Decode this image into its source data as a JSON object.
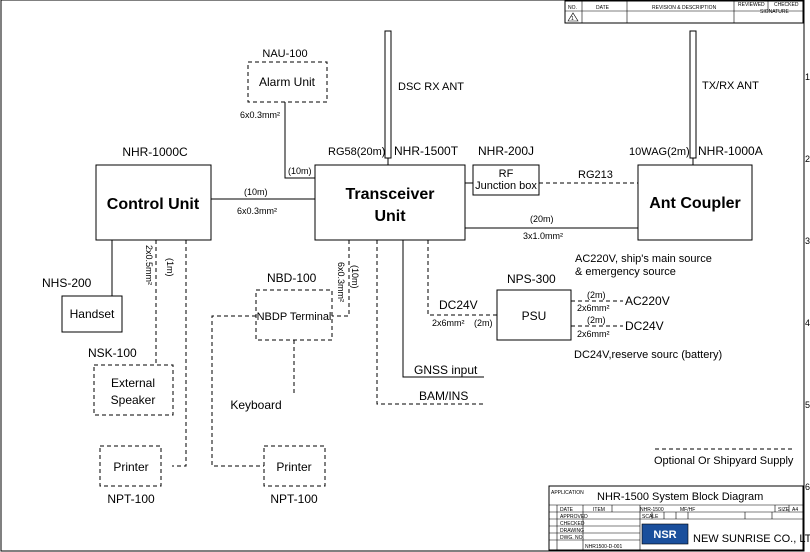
{
  "revision_table": {
    "headers": [
      "NO.",
      "DATE",
      "REVISION & DESCRIPTION",
      "REVIEWED",
      "CHECKED",
      "SIGNATURE"
    ],
    "row_marker": "1"
  },
  "border_marks": [
    "1",
    "2",
    "3",
    "4",
    "5",
    "6"
  ],
  "blocks": {
    "control_unit": {
      "title": "Control Unit",
      "model": "NHR-1000C"
    },
    "transceiver": {
      "title_line1": "Transceiver",
      "title_line2": "Unit",
      "model": "NHR-1500T"
    },
    "ant_coupler": {
      "title": "Ant Coupler",
      "model": "NHR-1000A"
    },
    "rf_junction": {
      "line1": "RF",
      "line2": "Junction box",
      "model": "NHR-200J"
    },
    "psu": {
      "title": "PSU",
      "model": "NPS-300"
    },
    "alarm_unit": {
      "title": "Alarm Unit",
      "model": "NAU-100"
    },
    "handset": {
      "title": "Handset",
      "model": "NHS-200"
    },
    "external_speaker": {
      "line1": "External",
      "line2": "Speaker",
      "model": "NSK-100"
    },
    "nbdp_terminal": {
      "title": "NBDP Terminal",
      "model": "NBD-100"
    },
    "keyboard": {
      "title": "Keyboard"
    },
    "printer_left": {
      "title": "Printer",
      "model": "NPT-100"
    },
    "printer_right": {
      "title": "Printer",
      "model": "NPT-100"
    }
  },
  "antennas": {
    "dsc": {
      "label": "DSC RX ANT"
    },
    "txrx": {
      "label": "TX/RX ANT"
    }
  },
  "cables": {
    "alarm_spec": "6x0.3mm²",
    "alarm_len": "(10m)",
    "cu_tx_len": "(10m)",
    "cu_tx_spec": "6x0.3mm²",
    "rg58": "RG58(20m)",
    "wag": "10WAG(2m)",
    "rg213": "RG213",
    "tx_ant_len": "(20m)",
    "tx_ant_spec": "3x1.0mm²",
    "speaker_spec": "2x0.5mm²",
    "speaker_len": "(1m)",
    "nbdp_spec": "6x0.3mm²",
    "nbdp_len": "(10m)",
    "dc24v_in": "DC24V",
    "psu_in_spec": "2x6mm²",
    "psu_in_len": "(2m)",
    "psu_out_len1": "(2m)",
    "psu_out_spec1": "2x6mm²",
    "psu_out_len2": "(2m)",
    "psu_out_spec2": "2x6mm²"
  },
  "power": {
    "ac_note_line1": "AC220V, ship's main source",
    "ac_note_line2": "& emergency source",
    "ac220v": "AC220V",
    "dc24v": "DC24V",
    "dc_note": "DC24V,reserve sourc (battery)"
  },
  "inputs": {
    "gnss": "GNSS input",
    "bam": "BAM/INS"
  },
  "legend": {
    "optional": "Optional Or Shipyard Supply"
  },
  "title_block": {
    "application_label": "APPLICATION",
    "drawing_title": "NHR-1500  System Block Diagram",
    "row_labels": [
      "DATE",
      "APPROVED",
      "CHECKED",
      "DRAWING",
      "DWG. NO."
    ],
    "item_label": "ITEM",
    "item_value": "NHR-1500",
    "item_desc": "MF/HF",
    "size_label": "SIZE",
    "size_value": "A4",
    "scale_label": "SCALE",
    "dwg_no": "NHR1500-D-001",
    "logo_text": "NSR",
    "company": "NEW SUNRISE CO., LTD."
  }
}
